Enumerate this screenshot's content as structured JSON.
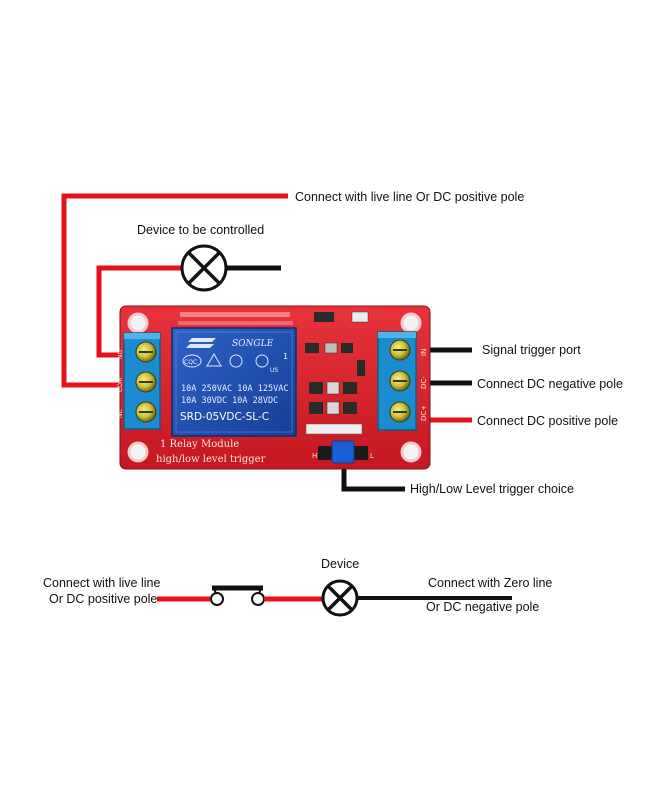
{
  "labels": {
    "live_line": "Connect with live line Or DC positive pole",
    "device_controlled": "Device to be controlled",
    "signal_trigger": "Signal trigger port",
    "dc_negative": "Connect DC negative pole",
    "dc_positive": "Connect DC positive pole",
    "level_choice": "High/Low Level trigger choice",
    "bottom_live_1": "Connect with live line",
    "bottom_live_2": "Or DC positive pole",
    "bottom_device": "Device",
    "bottom_zero_1": "Connect with Zero line",
    "bottom_zero_2": "Or DC negative pole"
  },
  "board": {
    "brand": "SONGLE",
    "rating_1": "10A 250VAC  10A 125VAC",
    "rating_2": "10A  30VDC  10A  28VDC",
    "model": "SRD-05VDC-SL-C",
    "cqc": "CQC",
    "ul_us": "US",
    "ul_one": "1",
    "module_name": "1 Relay  Module",
    "trigger_text": "high/low level trigger",
    "pin_in": "IN",
    "pin_dcm": "DC-",
    "pin_dcp": "DC+",
    "pin_no": "NO",
    "pin_com": "COM",
    "pin_nc": "NC",
    "jumper_h": "H",
    "jumper_l": "L"
  },
  "colors": {
    "wire_red": "#e8111b",
    "wire_black": "#111111",
    "board_red": "#d9212b",
    "relay_blue": "#1f4fb0",
    "terminal_blue": "#1a8ccf",
    "jumper_blue": "#1a5fd6"
  }
}
